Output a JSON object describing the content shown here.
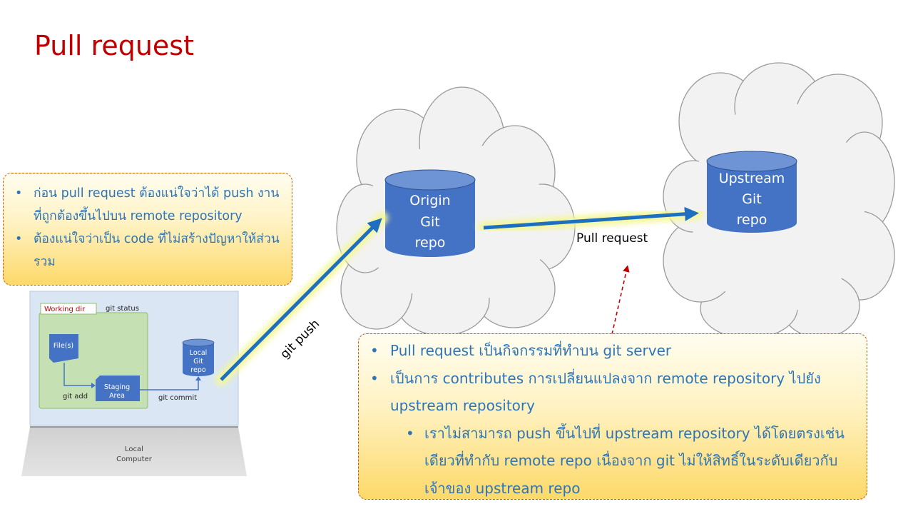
{
  "slide": {
    "title": "Pull request"
  },
  "local": {
    "working_dir_label": "Working dir",
    "git_status_label": "git status",
    "files_label": "File(s)",
    "git_add_label": "git add",
    "staging_line1": "Staging",
    "staging_line2": "Area",
    "git_commit_label": "git commit",
    "local_repo_line1": "Local",
    "local_repo_line2": "Git",
    "local_repo_line3": "repo",
    "computer_line1": "Local",
    "computer_line2": "Computer"
  },
  "edges": {
    "git_push": "git push",
    "pull_request": "Pull request"
  },
  "origin": {
    "line1": "Origin",
    "line2": "Git",
    "line3": "repo"
  },
  "upstream": {
    "line1": "Upstream",
    "line2": "Git",
    "line3": "repo"
  },
  "left_note": {
    "bullets": [
      "ก่อน pull request ต้องแน่ใจว่าได้ push งานที่ถูกต้องขึ้นไปบน remote repository",
      "ต้องแน่ใจว่าเป็น code ที่ไม่สร้างปัญหาให้ส่วนรวม"
    ]
  },
  "bottom_note": {
    "bullets": [
      "Pull request เป็นกิจกรรมที่ทำบน git server",
      "เป็นการ contributes การเปลี่ยนแปลงจาก remote repository  ไปยัง upstream repository"
    ],
    "sub_bullets": [
      "เราไม่สามารถ push ขึ้นไปที่ upstream repository ได้โดยตรงเช่นเดียวที่ทำกับ remote repo เนื่องจาก git ไม่ให้สิทธิ์ในระดับเดียวกับเจ้าของ upstream repo"
    ]
  },
  "colors": {
    "title": "#c00000",
    "repo_fill": "#4472c4",
    "arrow": "#1f6fc1",
    "glow": "#f4f79a",
    "note_text": "#2e75b6",
    "note_border": "#c55a11",
    "dashed_arrow": "#c00000"
  }
}
